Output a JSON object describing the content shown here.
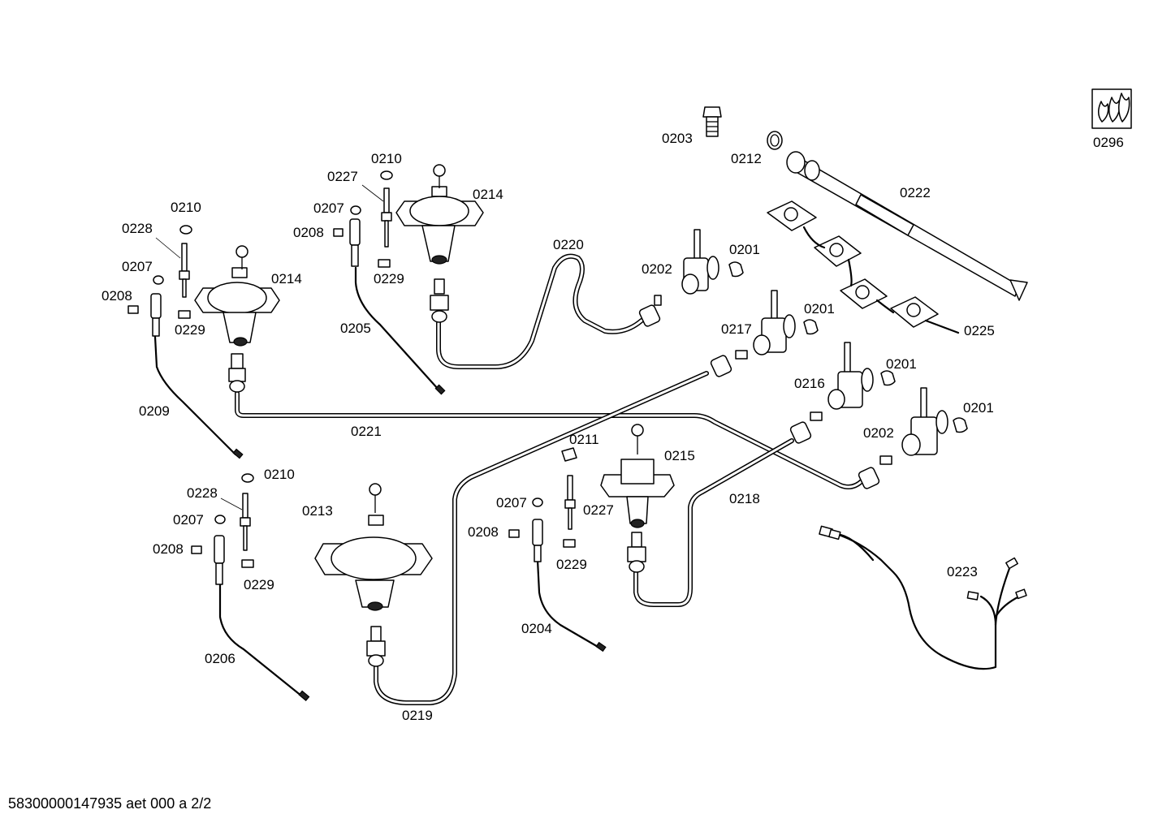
{
  "labels": {
    "l0203": "0203",
    "l0212": "0212",
    "l0222": "0222",
    "l0296": "0296",
    "l0201a": "0201",
    "l0201b": "0201",
    "l0201c": "0201",
    "l0201d": "0201",
    "l0202a": "0202",
    "l0202b": "0202",
    "l0217": "0217",
    "l0216": "0216",
    "l0225": "0225",
    "l0220": "0220",
    "l0210a": "0210",
    "l0227a": "0227",
    "l0207a": "0207",
    "l0208a": "0208",
    "l0214a": "0214",
    "l0229a": "0229",
    "l0205": "0205",
    "l0210b": "0210",
    "l0228a": "0228",
    "l0207b": "0207",
    "l0208b": "0208",
    "l0214b": "0214",
    "l0229b": "0229",
    "l0209": "0209",
    "l0221": "0221",
    "l0211": "0211",
    "l0215": "0215",
    "l0218": "0218",
    "l0210c": "0210",
    "l0228b": "0228",
    "l0207c": "0207",
    "l0208c": "0208",
    "l0229c": "0229",
    "l0213": "0213",
    "l0206": "0206",
    "l0207d": "0207",
    "l0227b": "0227",
    "l0208d": "0208",
    "l0229d": "0229",
    "l0204": "0204",
    "l0219": "0219",
    "l0223": "0223"
  },
  "footer": "58300000147935 aet 000 a 2/2"
}
